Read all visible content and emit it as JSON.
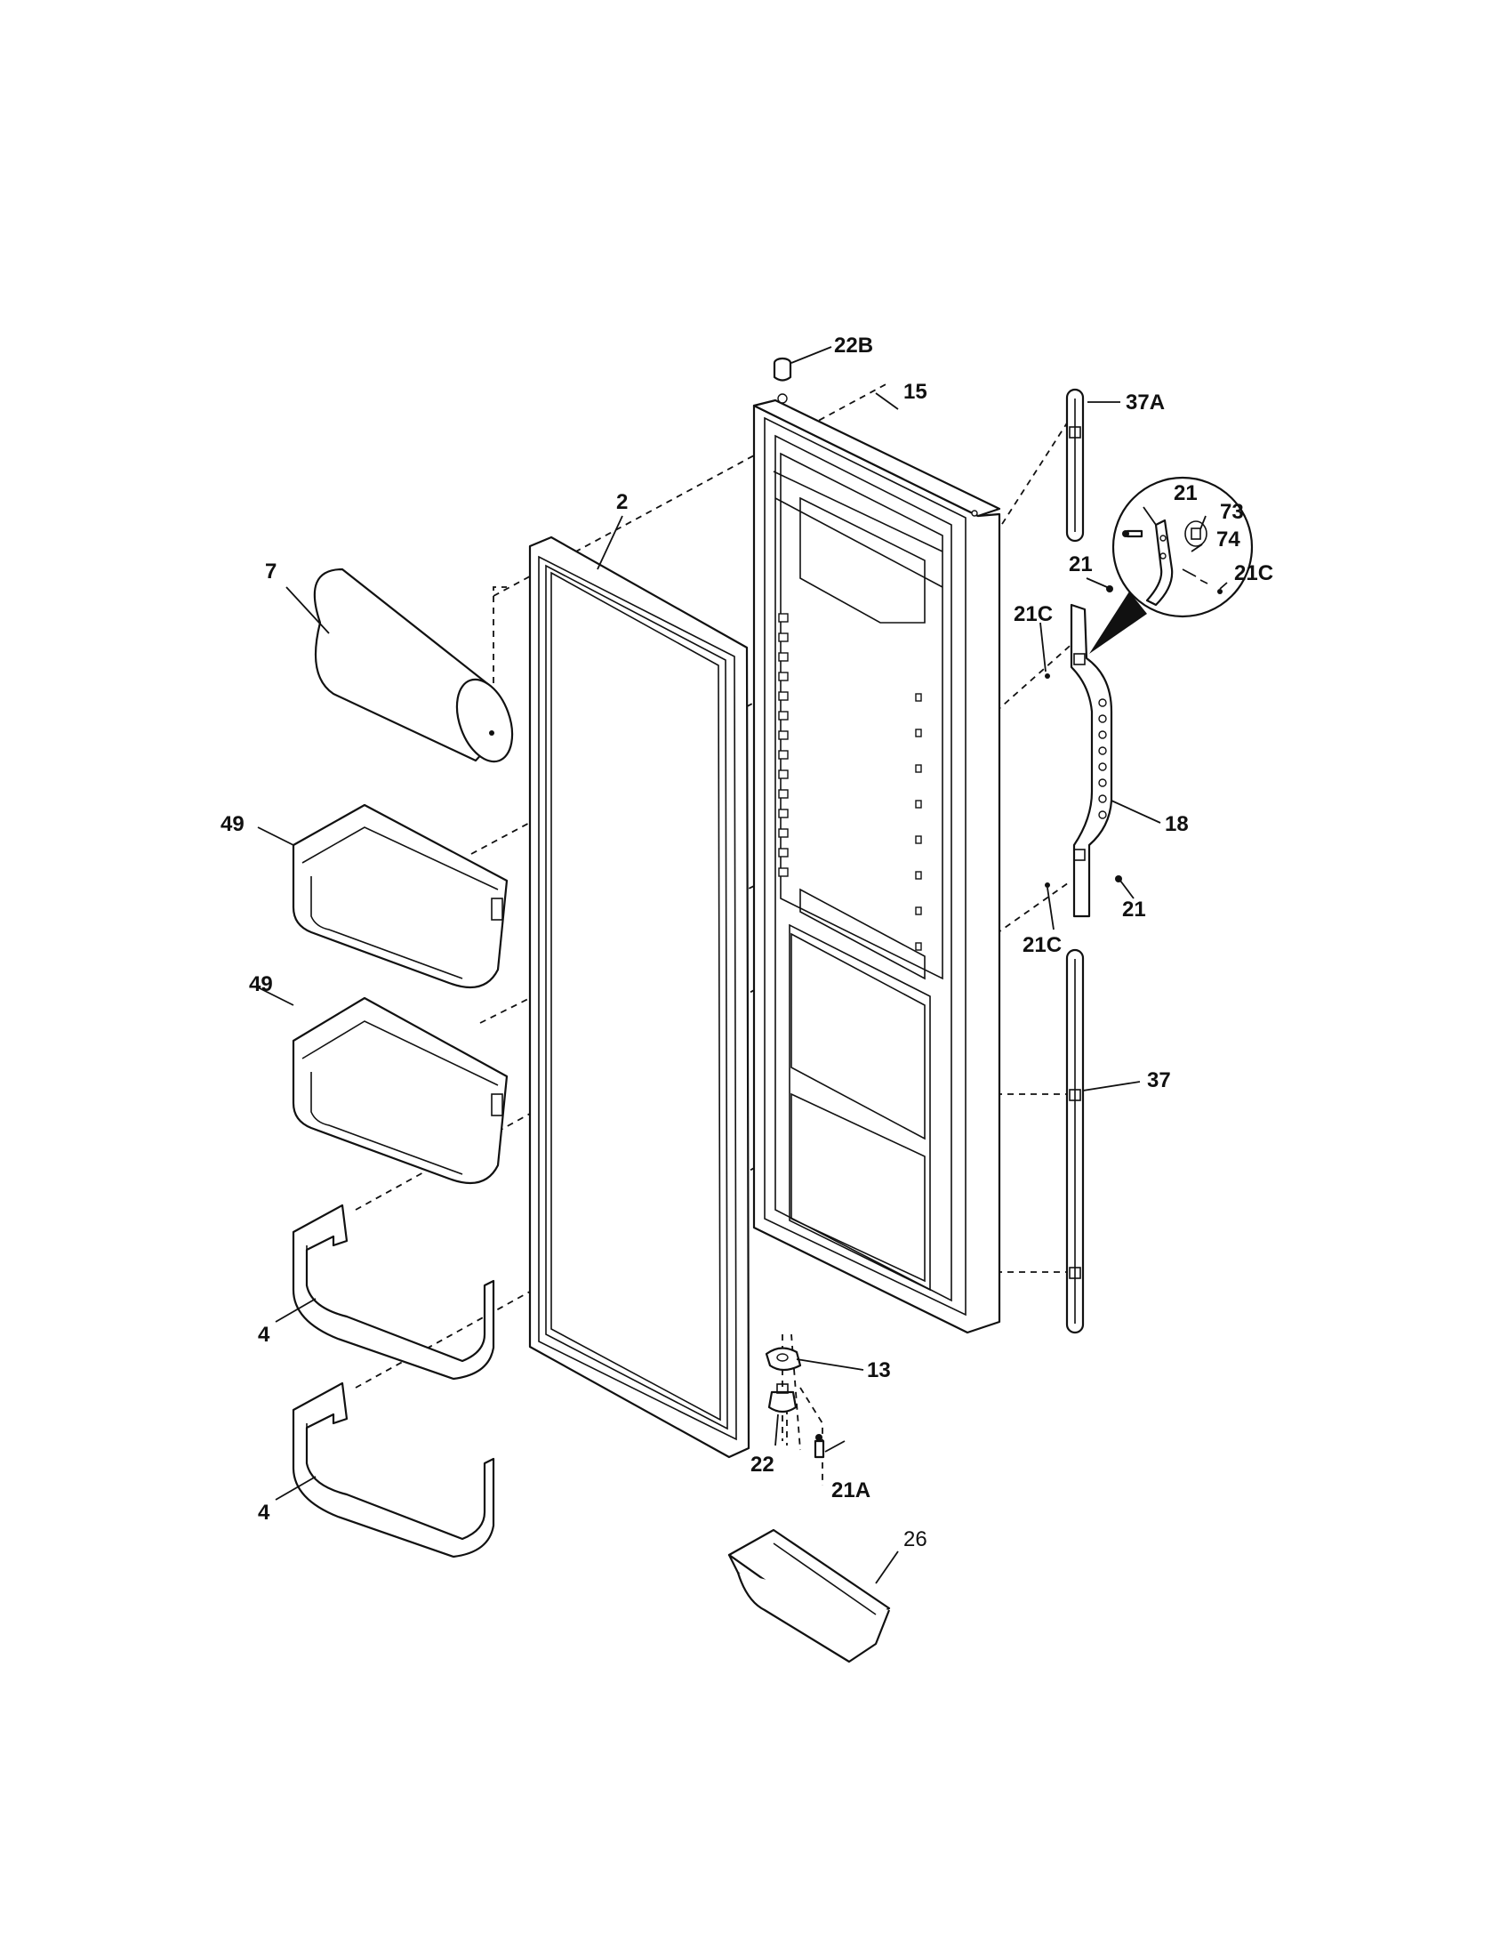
{
  "diagram": {
    "parts": {
      "p22B": "22B",
      "p15": "15",
      "p37A": "37A",
      "p2": "2",
      "p7": "7",
      "p21_detail": "21",
      "p73": "73",
      "p74": "74",
      "p21C_detail": "21C",
      "p21_top": "21",
      "p21C_top": "21C",
      "p18": "18",
      "p49_top": "49",
      "p21_bottom": "21",
      "p21C_bottom": "21C",
      "p49_bottom": "49",
      "p37": "37",
      "p4_top": "4",
      "p13": "13",
      "p22": "22",
      "p21A": "21A",
      "p4_bottom": "4",
      "p26": "26"
    }
  }
}
